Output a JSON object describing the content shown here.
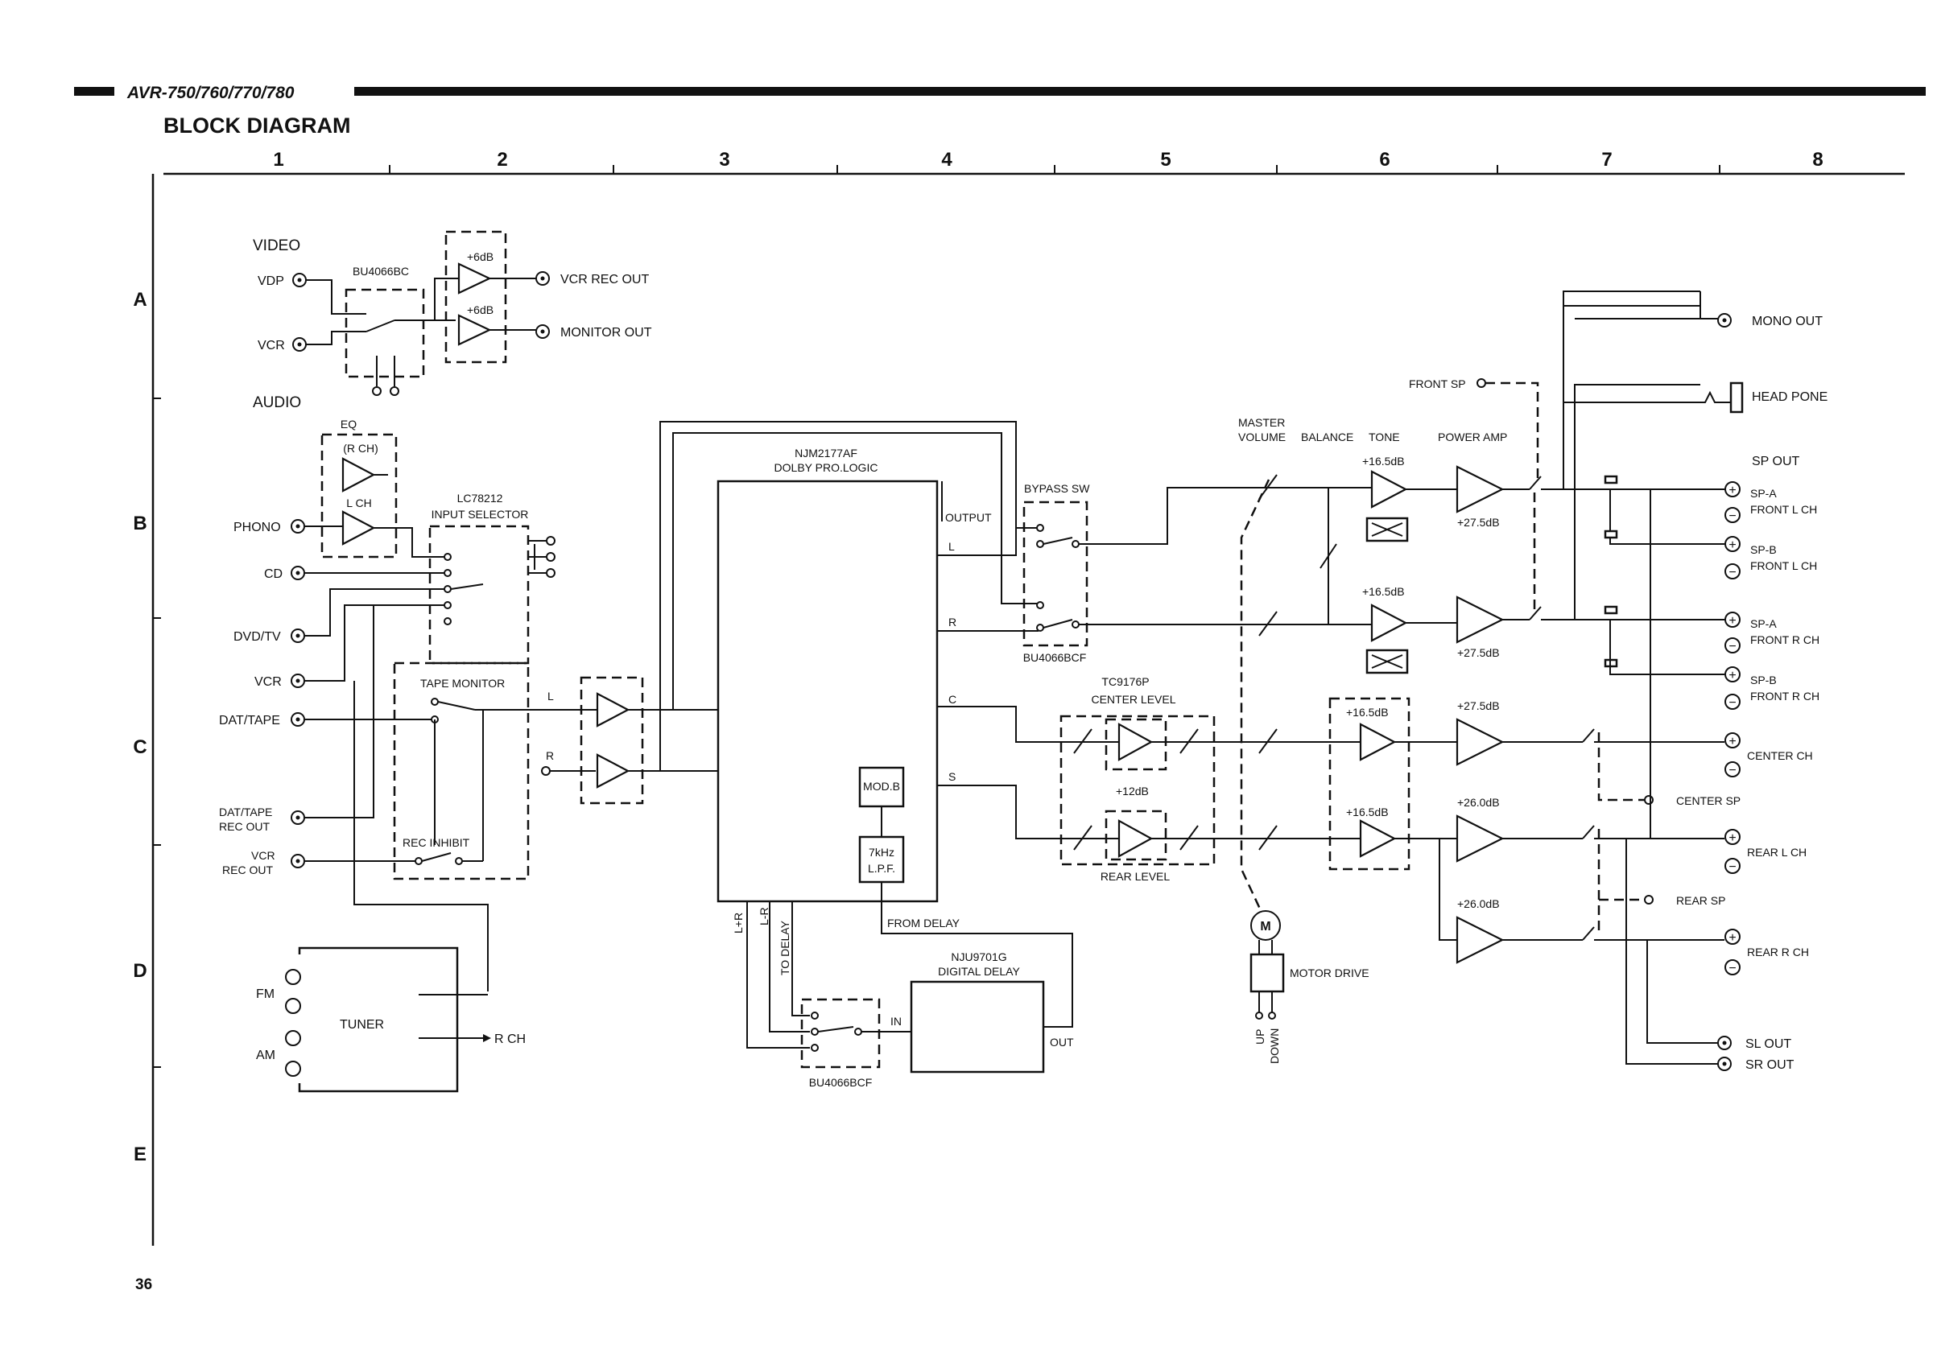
{
  "header": {
    "model": "AVR-750/760/770/780",
    "title": "BLOCK DIAGRAM",
    "page_number": "36"
  },
  "grid": {
    "columns": [
      "1",
      "2",
      "3",
      "4",
      "5",
      "6",
      "7",
      "8"
    ],
    "rows": [
      "A",
      "B",
      "C",
      "D",
      "E"
    ]
  },
  "video": {
    "section": "VIDEO",
    "switch_ic": "BU4066BC",
    "inputs": [
      "VDP",
      "VCR"
    ],
    "gain_top": "+6dB",
    "gain_bottom": "+6dB",
    "outputs": [
      "VCR REC OUT",
      "MONITOR OUT"
    ]
  },
  "audio": {
    "section": "AUDIO",
    "eq": {
      "title": "EQ",
      "r_ch": "(R CH)",
      "l_ch": "L CH"
    },
    "selector": {
      "ic": "LC78212",
      "title": "INPUT SELECTOR"
    },
    "inputs": [
      "PHONO",
      "CD",
      "DVD/TV",
      "VCR",
      "DAT/TAPE"
    ],
    "rec_outs": [
      [
        "DAT/TAPE",
        "REC OUT"
      ],
      [
        "VCR",
        "REC OUT"
      ]
    ],
    "tape_monitor": "TAPE MONITOR",
    "rec_inhibit": "REC INHIBIT",
    "ch_l": "L",
    "ch_r": "R"
  },
  "tuner": {
    "label": "TUNER",
    "fm": "FM",
    "am": "AM",
    "rch": "R CH"
  },
  "dolby": {
    "ic": "NJM2177AF",
    "title": "DOLBY PRO.LOGIC",
    "output": "OUTPUT",
    "ports": [
      "L",
      "R",
      "C",
      "S"
    ],
    "modb": "MOD.B",
    "lpf": [
      "7kHz",
      "L.P.F."
    ],
    "bottom_pins": [
      "L+R",
      "L-R",
      "TO DELAY"
    ],
    "from_delay": "FROM DELAY"
  },
  "delay": {
    "switch_ic": "BU4066BCF",
    "ic": "NJU9701G",
    "title": "DIGITAL DELAY",
    "in": "IN",
    "out": "OUT"
  },
  "bypass": {
    "title": "BYPASS SW",
    "ic": "BU4066BCF"
  },
  "center_level": {
    "ic": "TC9176P",
    "title": "CENTER LEVEL",
    "gain": "+12dB",
    "rear": "REAR LEVEL"
  },
  "controls": {
    "master": [
      "MASTER",
      "VOLUME"
    ],
    "balance": "BALANCE",
    "tone": "TONE",
    "power_amp": "POWER AMP"
  },
  "gains": {
    "tone_l": "+16.5dB",
    "tone_r": "+16.5dB",
    "tone_c": "+16.5dB",
    "tone_s": "+16.5dB",
    "amp_l": "+27.5dB",
    "amp_r": "+27.5dB",
    "amp_c": "+27.5dB",
    "amp_sl": "+26.0dB",
    "amp_sr": "+26.0dB"
  },
  "motor": {
    "symbol": "M",
    "label": "MOTOR DRIVE",
    "up": "UP",
    "down": "DOWN"
  },
  "outputs": {
    "mono": "MONO OUT",
    "head": "HEAD PONE",
    "front_sp": "FRONT SP",
    "sp_out": "SP OUT",
    "spa_l": [
      "SP-A",
      "FRONT L CH"
    ],
    "spb_l": [
      "SP-B",
      "FRONT L CH"
    ],
    "spa_r": [
      "SP-A",
      "FRONT R CH"
    ],
    "spb_r": [
      "SP-B",
      "FRONT R CH"
    ],
    "center_ch": "CENTER CH",
    "center_sp": "CENTER SP",
    "rear_l": "REAR L CH",
    "rear_sp": "REAR SP",
    "rear_r": "REAR R CH",
    "sl_out": "SL OUT",
    "sr_out": "SR OUT"
  },
  "symbols": {
    "plus": "+",
    "minus": "−"
  }
}
